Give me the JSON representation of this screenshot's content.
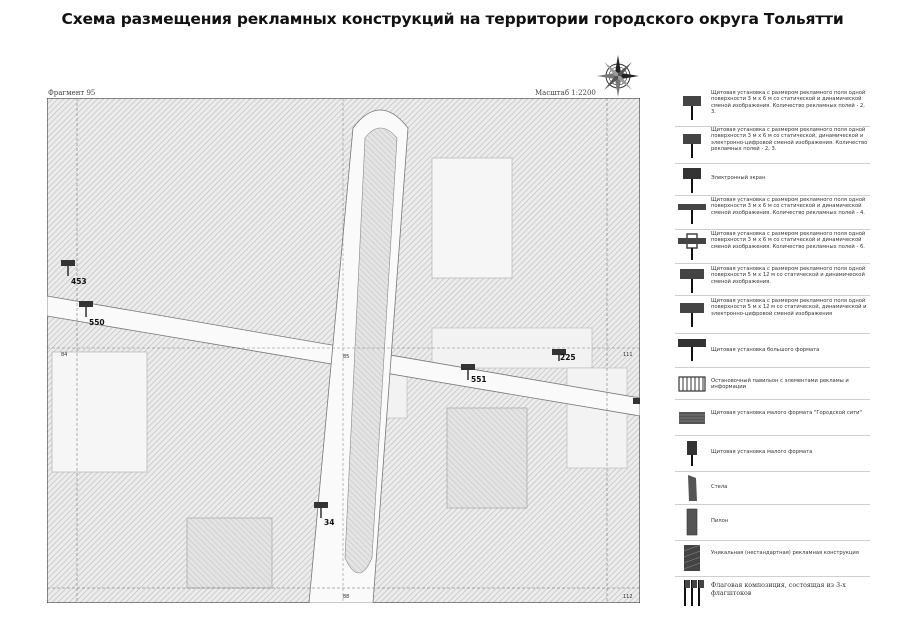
{
  "title": "Схема размещения рекламных конструкций на территории городского округа Тольятти",
  "fragment_label": "Фрагмент 95",
  "scale_label": "Масштаб 1:2200",
  "map": {
    "quarter_labels": [
      "84",
      "85",
      "111",
      "88",
      "112"
    ],
    "markers": [
      {
        "id": "453",
        "label": "453"
      },
      {
        "id": "550",
        "label": "550"
      },
      {
        "id": "551",
        "label": "551"
      },
      {
        "id": "225",
        "label": "225"
      },
      {
        "id": "34",
        "label": "34"
      }
    ]
  },
  "legend": [
    {
      "icon": "shield-3x6-static-dynamic-icon",
      "text": "Щитовая установка с размером рекламного поля одной поверхности 3 м х 6 м со статической и динамической сменой изображения. Количество рекламных полей - 2, 3."
    },
    {
      "icon": "shield-3x6-digital-icon",
      "text": "Щитовая установка с размером рекламного поля одной поверхности 3 м х 6 м со статической, динамической и электронно-цифровой сменой изображения. Количество рекламных полей - 2, 3."
    },
    {
      "icon": "electronic-screen-icon",
      "text": "Электронный экран"
    },
    {
      "icon": "shield-4-fields-icon",
      "text": "Щитовая установка с размером рекламного поля одной поверхности 3 м х 6 м со статической и динамической сменой изображения. Количество рекламных полей - 4."
    },
    {
      "icon": "shield-6-fields-icon",
      "text": "Щитовая установка с размером рекламного поля одной поверхности 3 м х 6 м со статической и динамической сменой изображения. Количество рекламных полей - 6."
    },
    {
      "icon": "shield-5x12-static-icon",
      "text": "Щитовая установка с размером рекламного поля одной поверхности 5 м х 12 м со статической и динамической сменой изображения."
    },
    {
      "icon": "shield-5x12-digital-icon",
      "text": "Щитовая установка с размером рекламного поля одной поверхности 5 м х 12 м со статической, динамической и электронно-цифровой сменой изображения"
    },
    {
      "icon": "large-format-shield-icon",
      "text": "Щитовая установка большого формата"
    },
    {
      "icon": "pavilion-icon",
      "text": "Остановочный павильон с элементами рекламы и информации"
    },
    {
      "icon": "city-format-shield-icon",
      "text": "Щитовая установка малого формата \"Городской сити\""
    },
    {
      "icon": "small-format-shield-icon",
      "text": "Щитовая установка малого формата"
    },
    {
      "icon": "stele-icon",
      "text": "Стела"
    },
    {
      "icon": "pylon-icon",
      "text": "Пилон"
    },
    {
      "icon": "unique-construction-icon",
      "text": "Уникальная (нестандартная) рекламная конструкция"
    },
    {
      "icon": "flag-composition-icon",
      "text": "Флаговая композиция, состоящая из 3-х флагштоков"
    }
  ]
}
